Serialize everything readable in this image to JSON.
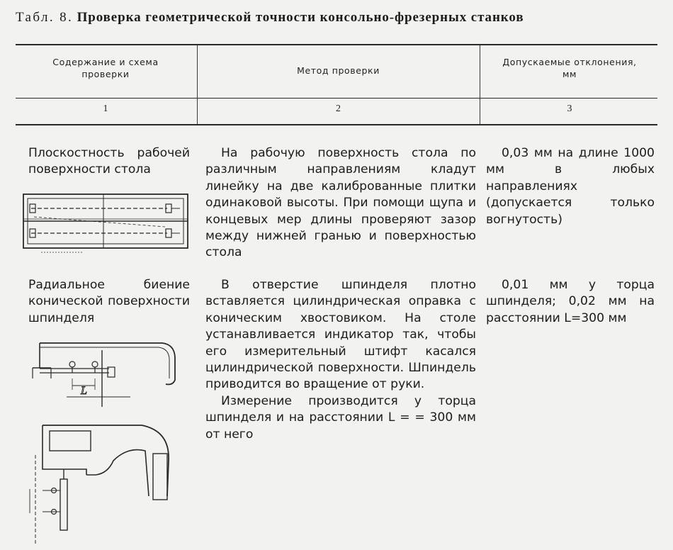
{
  "title": {
    "prefix": "Табл. 8.",
    "text": "Проверка геометрической точности консольно-фрезерных станков"
  },
  "table": {
    "headers": [
      {
        "line1": "Содержание и схема",
        "line2": "проверки"
      },
      {
        "line1": "Метод проверки",
        "line2": ""
      },
      {
        "line1": "Допускаемые отклонения,",
        "line2": "мм"
      }
    ],
    "column_numbers": [
      "1",
      "2",
      "3"
    ],
    "rows": [
      {
        "content": "Плоскостность рабочей поверхности стола",
        "method": "На рабочую поверхность стола по различным направлениям кладут линейку на две калиброванные плитки одинаковой высоты. При помощи щупа и концевых мер длины проверяют зазор между нижней гранью и поверхностью стола",
        "tolerance": "0,03 мм на длине 1000 мм в любых направлениях (допускается только вогнутость)"
      },
      {
        "content": "Радиальное биение конической поверхности шпинделя",
        "method": "В отверстие шпинделя плотно вставляется цилиндрическая оправка с коническим хвостовиком. На столе устанавливается индикатор так, чтобы его измерительный штифт касался цилиндрической поверхности. Шпиндель приводится во вращение от руки.",
        "method_extra": "Измерение производится у торца шпинделя и на расстоянии L = = 300 мм от него",
        "tolerance": "0,01 мм у торца шпинделя; 0,02 мм на расстоянии L=300 мм"
      }
    ]
  },
  "figures": {
    "diagram_label": "L"
  }
}
